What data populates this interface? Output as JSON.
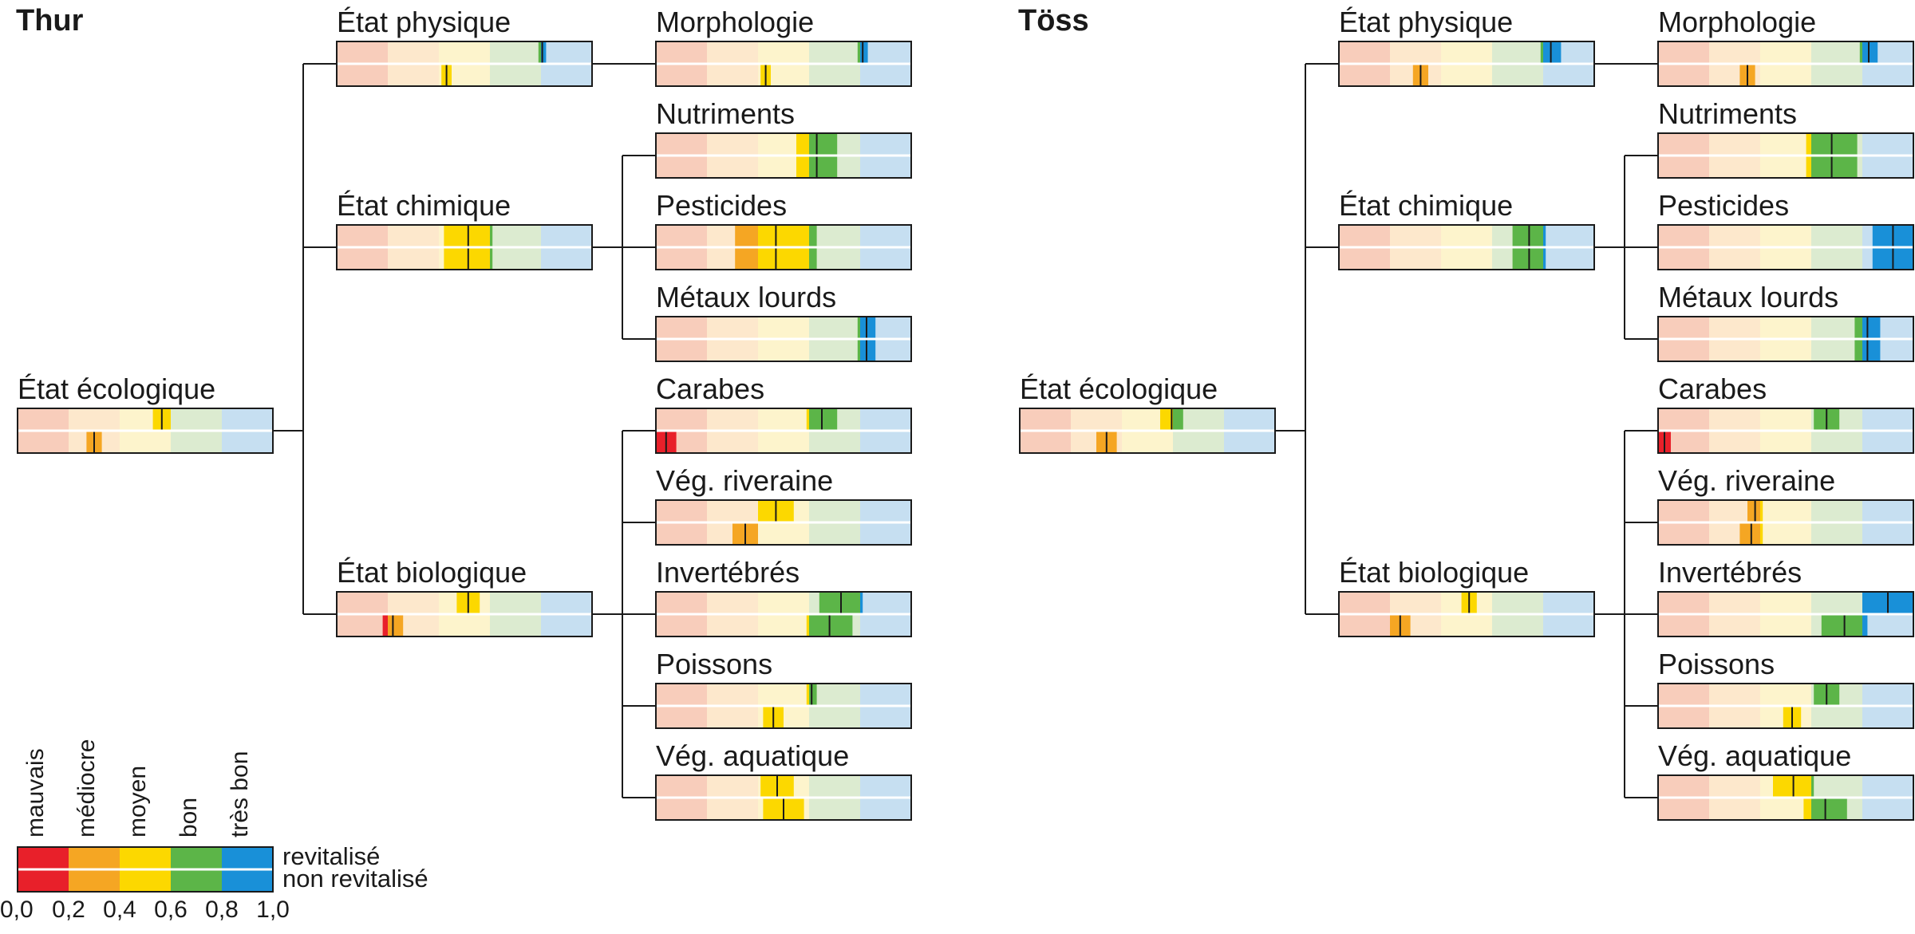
{
  "panels": [
    {
      "id": "thur",
      "title": "Thur",
      "root": {
        "key": "ecol",
        "label": "État écologique",
        "revitalise": [
          0.53,
          0.6
        ],
        "non_revitalise": [
          0.27,
          0.33
        ]
      },
      "groups": [
        {
          "key": "phys",
          "label": "État physique",
          "revitalise": [
            0.79,
            0.82
          ],
          "non_revitalise": [
            0.41,
            0.45
          ],
          "children": [
            {
              "key": "morpho",
              "label": "Morphologie",
              "revitalise": [
                0.79,
                0.83
              ],
              "non_revitalise": [
                0.41,
                0.45
              ]
            }
          ]
        },
        {
          "key": "chim",
          "label": "État chimique",
          "revitalise": [
            0.42,
            0.61
          ],
          "non_revitalise": [
            0.42,
            0.61
          ],
          "children": [
            {
              "key": "nutri",
              "label": "Nutriments",
              "revitalise": [
                0.55,
                0.71
              ],
              "non_revitalise": [
                0.55,
                0.71
              ]
            },
            {
              "key": "pest",
              "label": "Pesticides",
              "revitalise": [
                0.31,
                0.63
              ],
              "non_revitalise": [
                0.31,
                0.63
              ]
            },
            {
              "key": "metaux",
              "label": "Métaux lourds",
              "revitalise": [
                0.79,
                0.86
              ],
              "non_revitalise": [
                0.79,
                0.86
              ]
            }
          ]
        },
        {
          "key": "bio",
          "label": "État biologique",
          "revitalise": [
            0.47,
            0.56
          ],
          "non_revitalise": [
            0.18,
            0.26
          ],
          "children": [
            {
              "key": "carabes",
              "label": "Carabes",
              "revitalise": [
                0.59,
                0.71
              ],
              "non_revitalise": [
                0.0,
                0.08
              ]
            },
            {
              "key": "vegrip",
              "label": "Vég. riveraine",
              "revitalise": [
                0.4,
                0.54
              ],
              "non_revitalise": [
                0.3,
                0.4
              ]
            },
            {
              "key": "inv",
              "label": "Invertébrés",
              "revitalise": [
                0.64,
                0.81
              ],
              "non_revitalise": [
                0.59,
                0.77
              ]
            },
            {
              "key": "poissons",
              "label": "Poissons",
              "revitalise": [
                0.59,
                0.63
              ],
              "non_revitalise": [
                0.42,
                0.5
              ]
            },
            {
              "key": "vegaq",
              "label": "Vég. aquatique",
              "revitalise": [
                0.41,
                0.54
              ],
              "non_revitalise": [
                0.42,
                0.58
              ]
            }
          ]
        }
      ]
    },
    {
      "id": "toss",
      "title": "Töss",
      "root": {
        "key": "ecol",
        "label": "État écologique",
        "revitalise": [
          0.55,
          0.64
        ],
        "non_revitalise": [
          0.3,
          0.38
        ]
      },
      "groups": [
        {
          "key": "phys",
          "label": "État physique",
          "revitalise": [
            0.79,
            0.87
          ],
          "non_revitalise": [
            0.29,
            0.35
          ]
        },
        {
          "key": "chim",
          "label": "État chimique",
          "revitalise": [
            0.68,
            0.81
          ],
          "non_revitalise": [
            0.68,
            0.81
          ]
        },
        {
          "key": "bio",
          "label": "État biologique",
          "revitalise": [
            0.48,
            0.54
          ],
          "non_revitalise": [
            0.2,
            0.28
          ]
        }
      ],
      "children_override": {
        "phys": [
          {
            "key": "morpho",
            "label": "Morphologie",
            "revitalise": [
              0.79,
              0.86
            ],
            "non_revitalise": [
              0.32,
              0.38
            ]
          }
        ],
        "chim": [
          {
            "key": "nutri",
            "label": "Nutriments",
            "revitalise": [
              0.58,
              0.78
            ],
            "non_revitalise": [
              0.58,
              0.78
            ]
          },
          {
            "key": "pest",
            "label": "Pesticides",
            "revitalise": [
              0.84,
              1.0
            ],
            "non_revitalise": [
              0.84,
              1.0
            ]
          },
          {
            "key": "metaux",
            "label": "Métaux lourds",
            "revitalise": [
              0.77,
              0.87
            ],
            "non_revitalise": [
              0.77,
              0.87
            ]
          }
        ],
        "bio": [
          {
            "key": "carabes",
            "label": "Carabes",
            "revitalise": [
              0.61,
              0.71
            ],
            "non_revitalise": [
              0.0,
              0.05
            ]
          },
          {
            "key": "vegrip",
            "label": "Vég. riveraine",
            "revitalise": [
              0.35,
              0.41
            ],
            "non_revitalise": [
              0.32,
              0.41
            ]
          },
          {
            "key": "inv",
            "label": "Invertébrés",
            "revitalise": [
              0.8,
              1.0
            ],
            "non_revitalise": [
              0.64,
              0.82
            ]
          },
          {
            "key": "poissons",
            "label": "Poissons",
            "revitalise": [
              0.61,
              0.71
            ],
            "non_revitalise": [
              0.49,
              0.56
            ]
          },
          {
            "key": "vegaq",
            "label": "Vég. aquatique",
            "revitalise": [
              0.45,
              0.61
            ],
            "non_revitalise": [
              0.57,
              0.74
            ]
          }
        ]
      }
    }
  ],
  "legend": {
    "categories": [
      "mauvais",
      "médiocre",
      "moyen",
      "bon",
      "très bon"
    ],
    "row_labels": {
      "revitalise": "revitalisé",
      "non_revitalise": "non revitalisé"
    },
    "ticks": [
      "0,0",
      "0,2",
      "0,4",
      "0,6",
      "0,8",
      "1,0"
    ]
  },
  "colors": {
    "full": [
      "#e8202a",
      "#f5a623",
      "#fcd800",
      "#5cb548",
      "#1990d8"
    ],
    "pale": [
      "#f8cdbb",
      "#fde8cc",
      "#fdf4cc",
      "#dcebd0",
      "#c6dff1"
    ],
    "frame": "#1a1a1a",
    "divider": "#ffffff"
  }
}
